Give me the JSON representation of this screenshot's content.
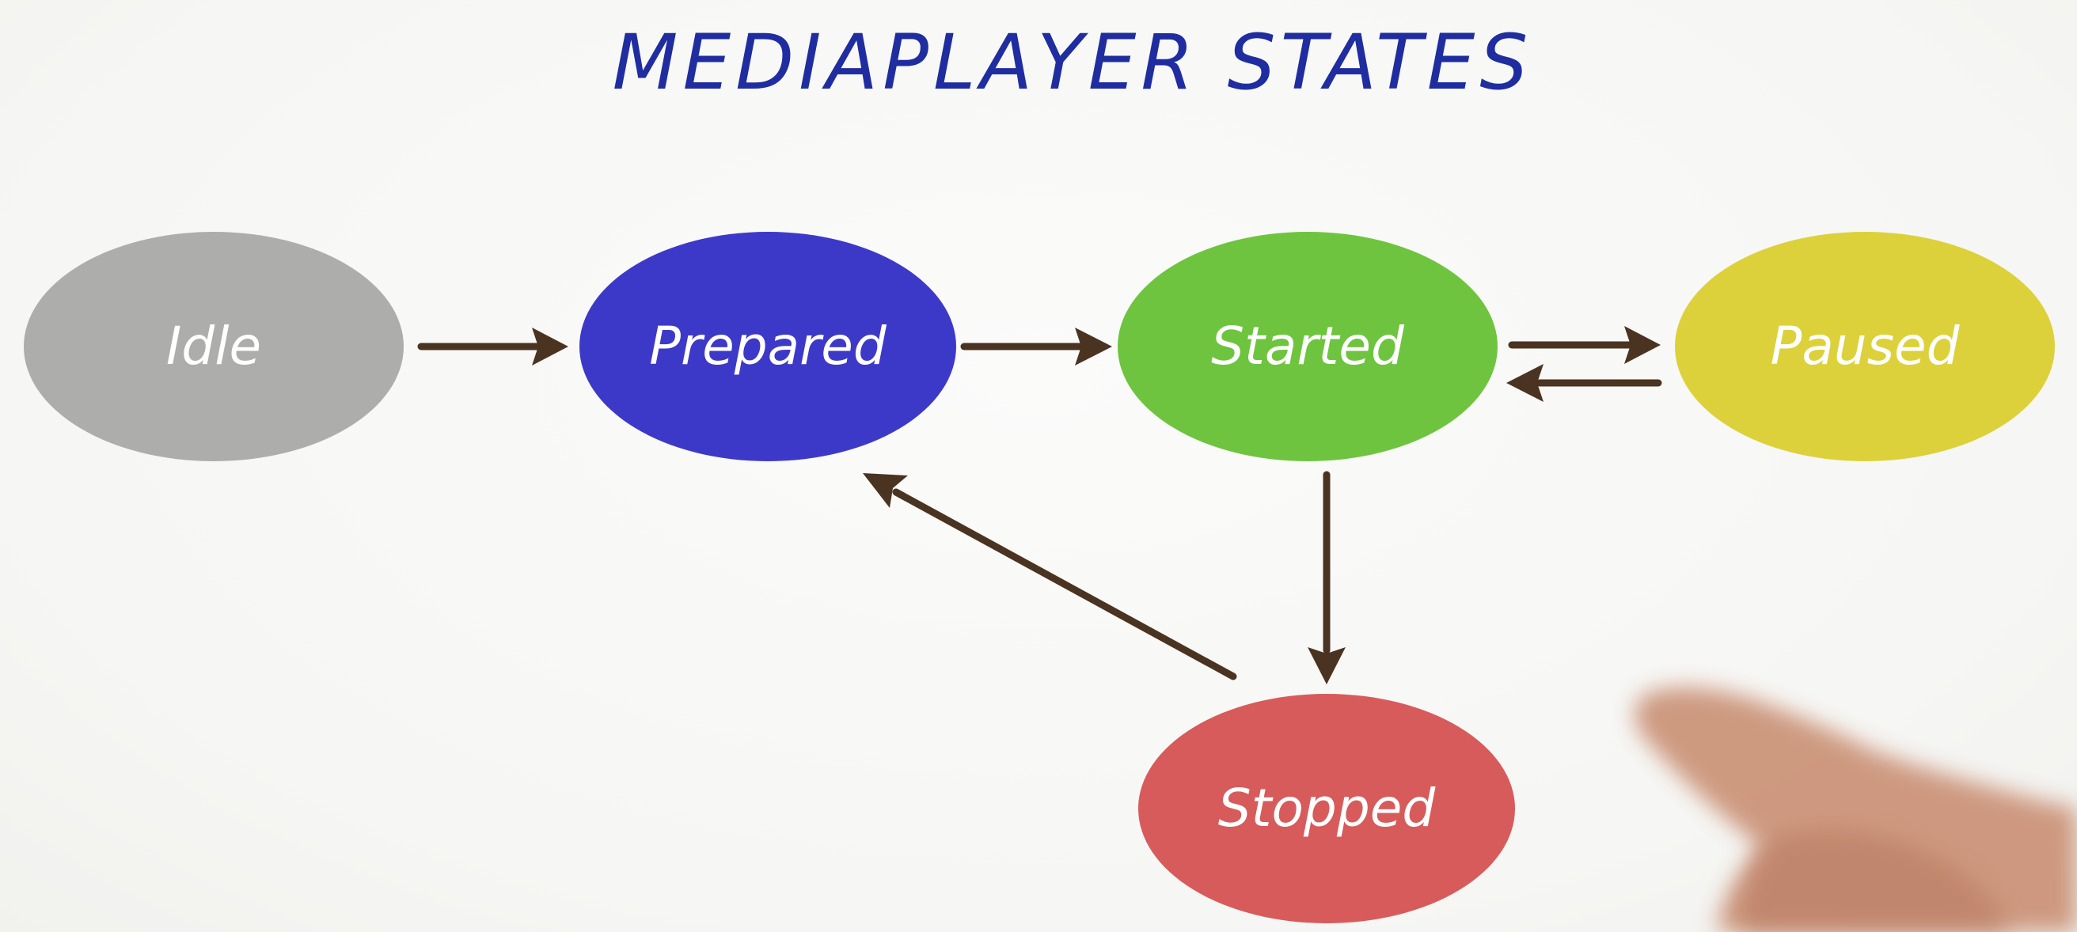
{
  "title": "MEDIAPLAYER STATES",
  "states": {
    "idle": {
      "label": "Idle",
      "color": "#adadab"
    },
    "prepared": {
      "label": "Prepared",
      "color": "#3d39c8"
    },
    "started": {
      "label": "Started",
      "color": "#6ec43f"
    },
    "paused": {
      "label": "Paused",
      "color": "#dcd13a"
    },
    "stopped": {
      "label": "Stopped",
      "color": "#d75b5b"
    }
  },
  "transitions": [
    {
      "from": "Idle",
      "to": "Prepared"
    },
    {
      "from": "Prepared",
      "to": "Started"
    },
    {
      "from": "Started",
      "to": "Paused"
    },
    {
      "from": "Paused",
      "to": "Started"
    },
    {
      "from": "Started",
      "to": "Stopped"
    },
    {
      "from": "Stopped",
      "to": "Prepared"
    }
  ],
  "colors": {
    "arrow": "#4a3320",
    "title": "#1f2da0",
    "label": "#ffffff"
  }
}
